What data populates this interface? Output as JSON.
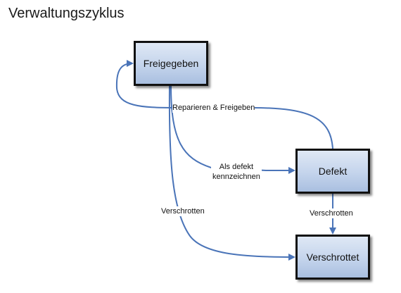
{
  "title": "Verwaltungszyklus",
  "nodes": {
    "freigegeben": "Freigegeben",
    "defekt": "Defekt",
    "verschrottet": "Verschrottet"
  },
  "edges": {
    "repair_label": "Reparieren & Freigeben",
    "defect_label_line1": "Als defekt",
    "defect_label_line2": "kennzeichnen",
    "scrap_from_released_label": "Verschrotten",
    "scrap_from_defect_label": "Verschrotten"
  },
  "colors": {
    "connector": "#4a74b8",
    "node_fill_top": "#dfe8f5",
    "node_fill_bottom": "#a9bfe0",
    "node_border": "#111111"
  }
}
